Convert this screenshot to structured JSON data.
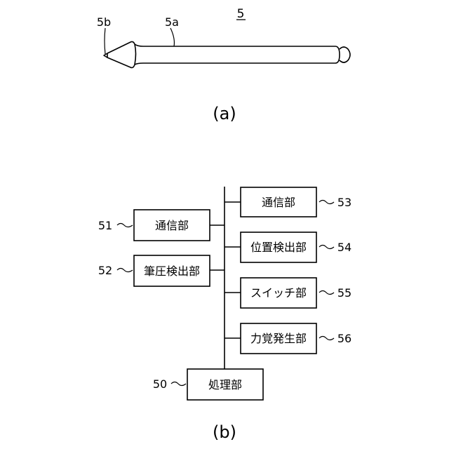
{
  "figure_a": {
    "number": "5",
    "label_body": "5a",
    "label_tip": "5b",
    "caption": "(a)"
  },
  "figure_b": {
    "caption": "(b)",
    "blocks": [
      {
        "id": "51",
        "name": "通信部"
      },
      {
        "id": "52",
        "name": "筆圧検出部"
      },
      {
        "id": "53",
        "name": "通信部"
      },
      {
        "id": "54",
        "name": "位置検出部"
      },
      {
        "id": "55",
        "name": "スイッチ部"
      },
      {
        "id": "56",
        "name": "力覚発生部"
      },
      {
        "id": "50",
        "name": "処理部"
      }
    ]
  }
}
